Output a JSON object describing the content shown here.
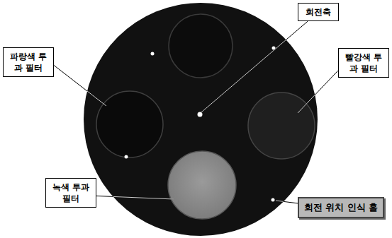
{
  "diagram": {
    "nodes": [
      {
        "text": [
          "회전축"
        ]
      },
      {
        "text": [
          "파랑색 투과 필터"
        ]
      },
      {
        "text": [
          "빨강색 투과 필터"
        ]
      },
      {
        "text": [
          "녹색 투과 필터"
        ]
      },
      {
        "text": [
          "회전 위치 인식 홀"
        ]
      }
    ]
  }
}
